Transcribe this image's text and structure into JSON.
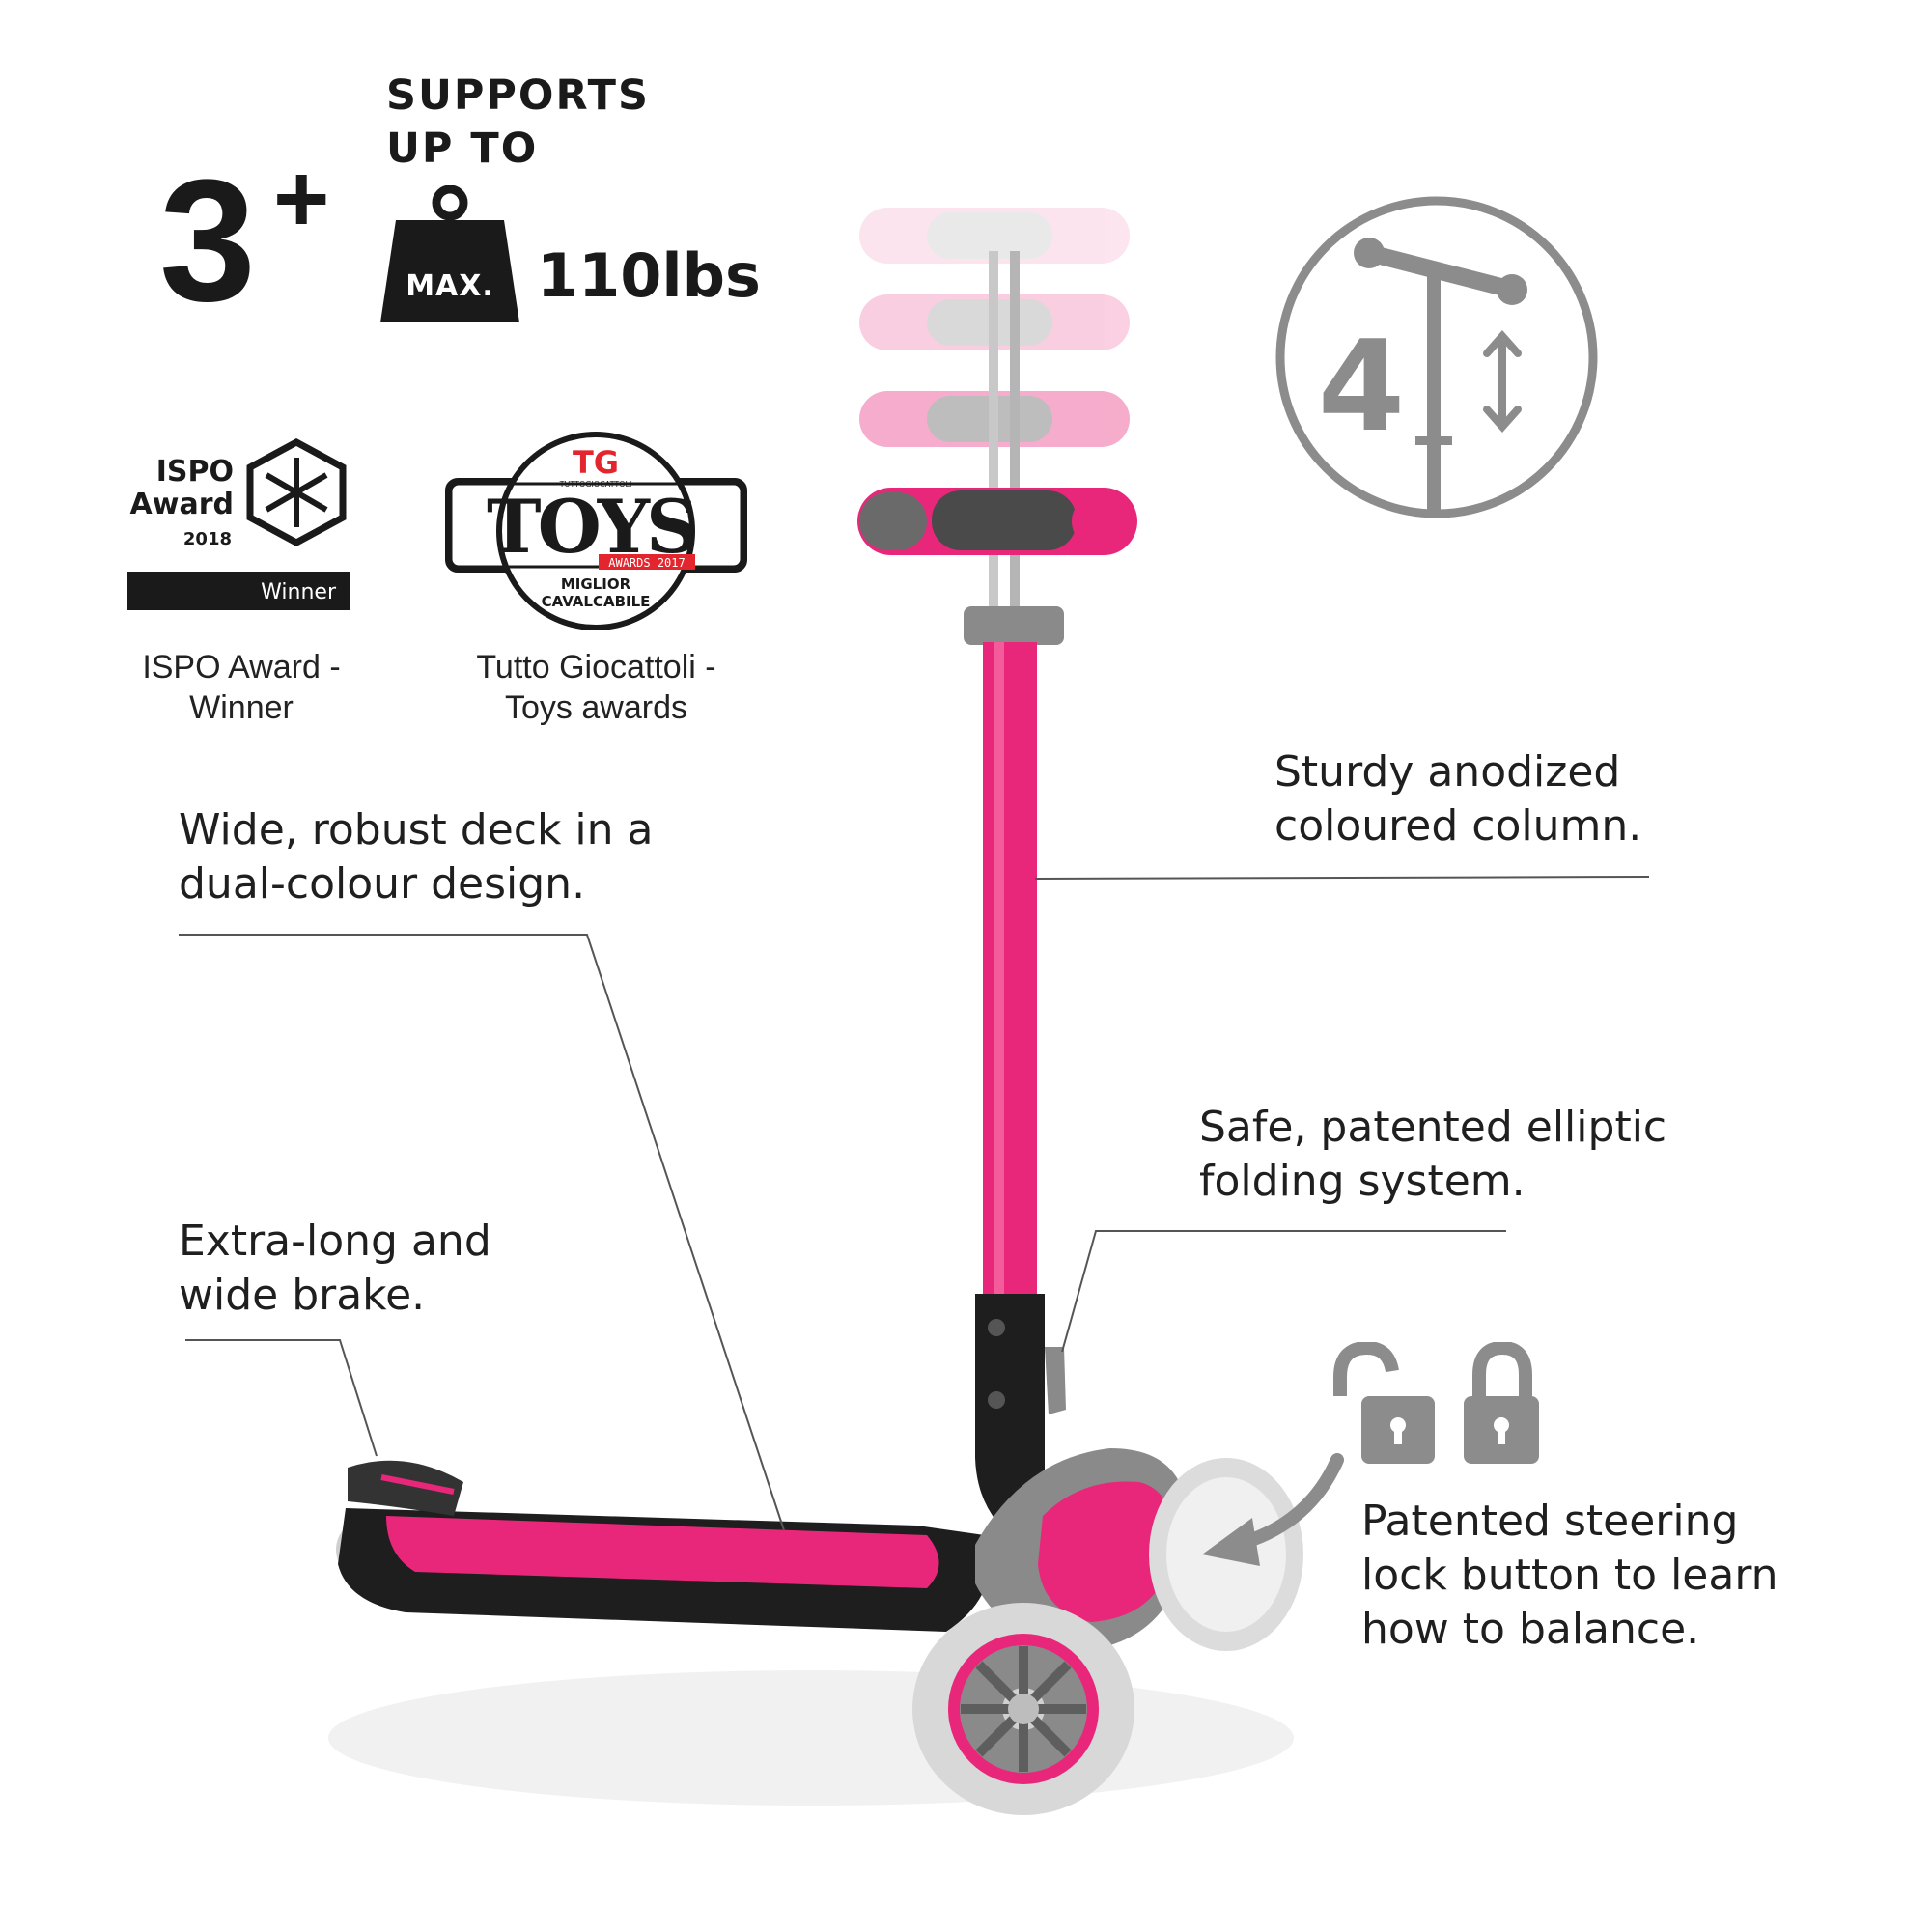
{
  "age": {
    "number": "3",
    "plus": "+"
  },
  "capacity": {
    "line1": "SUPPORTS",
    "line2": "UP TO",
    "max_label": "MAX.",
    "value": "110lbs"
  },
  "awards": {
    "ispo": {
      "title1": "ISPO",
      "title2": "Award",
      "year": "2018",
      "ribbon": "Winner",
      "caption": "ISPO Award - Winner"
    },
    "toys": {
      "top": "TG",
      "sub": "TUTTOGIOCATTOLI",
      "word": "TOYS",
      "ribbon": "AWARDS 2017",
      "line1": "MIGLIOR",
      "line2": "CAVALCABILE",
      "caption1": "Tutto Giocattoli -",
      "caption2": "Toys awards"
    }
  },
  "height_icon": {
    "number": "4"
  },
  "features": {
    "column": {
      "line1": "Sturdy anodized",
      "line2": "coloured column."
    },
    "deck": {
      "line1": "Wide, robust deck in a",
      "line2": "dual-colour design."
    },
    "folding": {
      "line1": "Safe, patented elliptic",
      "line2": "folding system."
    },
    "brake": {
      "line1": "Extra-long and",
      "line2": "wide brake."
    },
    "lock": {
      "line1": "Patented steering",
      "line2": "lock button to learn",
      "line3": "how to balance."
    }
  },
  "colors": {
    "pink": "#e8277a",
    "dark": "#2a2a2a",
    "grey": "#8c8c8c"
  }
}
